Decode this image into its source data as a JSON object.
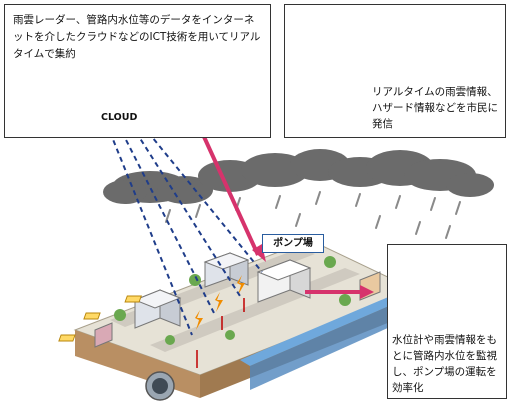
{
  "top_left_box": {
    "text": "雨雲レーダー、管路内水位等のデータをインターネットを介したクラウドなどのICT技術を用いてリアルタイムで集約",
    "cloud_label": "CLOUD"
  },
  "top_right_box": {
    "text": "リアルタイムの雨雲情報、ハザード情報などを市民に発信"
  },
  "bottom_right_box": {
    "text": "水位計や雨雲情報をもとに管路内水位を監視し、ポンプ場の運転を効率化"
  },
  "scene": {
    "pump_label": "ポンプ場"
  },
  "colors": {
    "arrow_pink": "#d6336c",
    "arrow_blue": "#2f5597",
    "dash_blue": "#1f3d8a",
    "rain_gray": "#7a7a7a",
    "water_blue": "#6fa8dc"
  }
}
